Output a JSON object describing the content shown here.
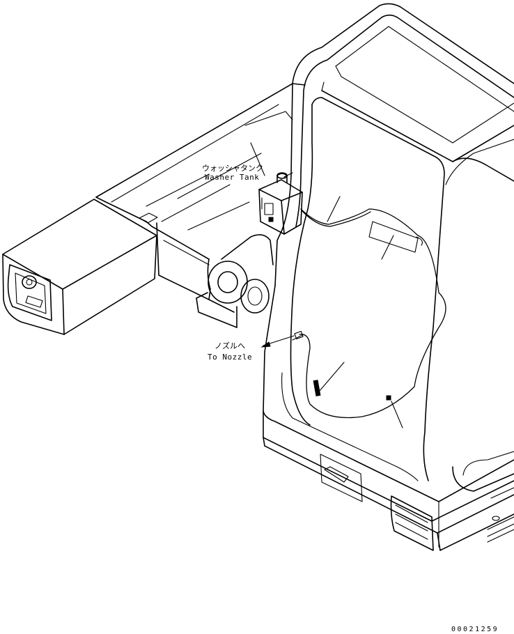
{
  "callouts": {
    "washer_tank_jp": "ウォッシャタンク",
    "washer_tank_en": "Washer Tank",
    "nozzle_jp": "ノズルへ",
    "nozzle_en": "To Nozzle"
  },
  "drawing_number": "00021259"
}
